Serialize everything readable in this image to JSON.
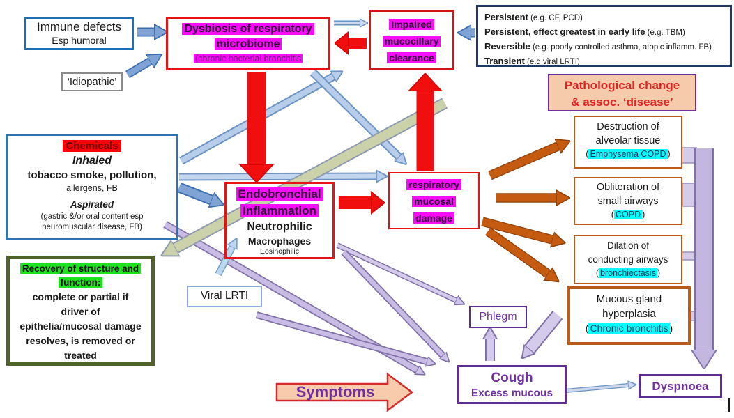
{
  "colors": {
    "magenta_highlight": "#F70DF7",
    "cyan_highlight": "#00FFFF",
    "green_highlight": "#1FE11F",
    "red_highlight": "#FB0007",
    "red_border": "#E81313",
    "blue_border": "#1F6FB5",
    "navy_border": "#203864",
    "brown": "#C55A11",
    "purple": "#7030A0",
    "peach": "#F8CBAD",
    "lavender": "#C8BCE4",
    "olive": "#CBD2AA",
    "blue_arrow": "#7FA3D4"
  },
  "immune_defects": {
    "line1": "Immune defects",
    "line2": "Esp humoral"
  },
  "idiopathic": {
    "label": "‘Idiopathic’"
  },
  "dysbiosis": {
    "line1": "Dysbiosis of respiratory",
    "line2": "microbiome",
    "line3": "(chronic bacterial bronchitis"
  },
  "impaired": {
    "line1": "Impaired",
    "line2": "mucocillary",
    "line3": "clearance"
  },
  "persistence_list": {
    "lines": [
      {
        "bold": "Persistent",
        "rest": " (e.g. CF, PCD)"
      },
      {
        "bold": "Persistent, effect greatest in early life",
        "rest": " (e.g. TBM)"
      },
      {
        "bold": "Reversible",
        "rest": " (e.g. poorly controlled asthma, atopic inflamm. FB)"
      },
      {
        "bold": "Transient",
        "rest": "   (e.g viral LRTI)"
      }
    ]
  },
  "path_change": {
    "line1": "Pathological change",
    "line2": "& assoc. ‘disease’"
  },
  "chemicals": {
    "title": "Chemicals",
    "inhaled_label": "Inhaled",
    "inhaled_line1": "tobacco smoke, pollution,",
    "inhaled_line2": "allergens, FB",
    "aspirated_label": "Aspirated",
    "aspirated_line1": "(gastric &/or oral content esp",
    "aspirated_line2": "neuromuscular disease, FB)"
  },
  "endobronchial": {
    "line1": "Endobronchial",
    "line2": "Inflammation",
    "line3": "Neutrophilic",
    "line4": "Macrophages",
    "line5": "Eosinophilic"
  },
  "resp_damage": {
    "line1": "respiratory",
    "line2": "mucosal",
    "line3": "damage"
  },
  "diseases": [
    {
      "line1": "Destruction of",
      "line2": "alveolar tissue",
      "open": "(",
      "tag": "Emphysema COPD",
      "close": ")"
    },
    {
      "line1": "Obliteration of",
      "line2": "small airways",
      "open": "(",
      "tag": "COPD",
      "close": ")"
    },
    {
      "line1": "Dilation of",
      "line2": "conducting airways",
      "open": "(",
      "tag": "bronchiectasis",
      "close": ")"
    },
    {
      "line1": "Mucous gland",
      "line2": "hyperplasia",
      "open": "(",
      "tag": "Chronic bronchitis",
      "close": ")"
    }
  ],
  "recovery": {
    "hl1": "Recovery of structure and",
    "hl2": "function:",
    "body1": "complete or partial if",
    "body2": "driver of",
    "body3": "epithelia/mucosal damage",
    "body4": "resolves, is removed or",
    "body5": "treated"
  },
  "viral_lrti": {
    "label": "Viral LRTI"
  },
  "phlegm": {
    "label": "Phlegm"
  },
  "cough": {
    "line1": "Cough",
    "line2": "Excess mucous"
  },
  "dyspnoea": {
    "label": "Dyspnoea"
  },
  "symptoms": {
    "label": "Symptoms"
  },
  "relationships": [
    {
      "from": "immune-defects",
      "to": "dysbiosis",
      "style": "blue"
    },
    {
      "from": "idiopathic",
      "to": "dysbiosis",
      "style": "blue"
    },
    {
      "from": "dysbiosis",
      "to": "impaired-clearance",
      "style": "thin-blue"
    },
    {
      "from": "impaired-clearance",
      "to": "dysbiosis",
      "style": "red"
    },
    {
      "from": "persistence-list",
      "to": "impaired-clearance",
      "style": "blue"
    },
    {
      "from": "chemicals",
      "to": "impaired-clearance",
      "style": "pale-blue"
    },
    {
      "from": "chemicals",
      "to": "endobronchial-inflammation",
      "style": "blue"
    },
    {
      "from": "chemicals",
      "to": "respiratory-mucosal-damage",
      "style": "pale-blue"
    },
    {
      "from": "dysbiosis",
      "to": "respiratory-mucosal-damage",
      "style": "pale-blue"
    },
    {
      "from": "dysbiosis",
      "to": "endobronchial-inflammation",
      "style": "red"
    },
    {
      "from": "endobronchial-inflammation",
      "to": "respiratory-mucosal-damage",
      "style": "red"
    },
    {
      "from": "respiratory-mucosal-damage",
      "to": "impaired-clearance",
      "style": "red"
    },
    {
      "from": "viral-lrti",
      "to": "endobronchial-inflammation",
      "style": "sky-blue"
    },
    {
      "from": "respiratory-mucosal-damage",
      "to": "destruction-alveolar",
      "style": "brown"
    },
    {
      "from": "respiratory-mucosal-damage",
      "to": "obliteration-small-airways",
      "style": "brown"
    },
    {
      "from": "respiratory-mucosal-damage",
      "to": "dilation-conducting-airways",
      "style": "brown"
    },
    {
      "from": "respiratory-mucosal-damage",
      "to": "mucous-gland-hyperplasia",
      "style": "brown"
    },
    {
      "from": "respiratory-mucosal-damage",
      "to": "recovery",
      "style": "olive"
    },
    {
      "from": "chemicals",
      "to": "cough",
      "style": "lavender"
    },
    {
      "from": "endobronchial-inflammation",
      "to": "phlegm",
      "style": "lavender"
    },
    {
      "from": "endobronchial-inflammation",
      "to": "cough",
      "style": "lavender"
    },
    {
      "from": "viral-lrti",
      "to": "cough",
      "style": "lavender"
    },
    {
      "from": "mucous-gland-hyperplasia",
      "to": "cough",
      "style": "lavender"
    },
    {
      "from": "cough",
      "to": "phlegm",
      "style": "lavender"
    },
    {
      "from": "disease-boxes",
      "to": "dyspnoea",
      "style": "lavender"
    },
    {
      "from": "cough",
      "to": "dyspnoea",
      "style": "thin-blue"
    }
  ]
}
